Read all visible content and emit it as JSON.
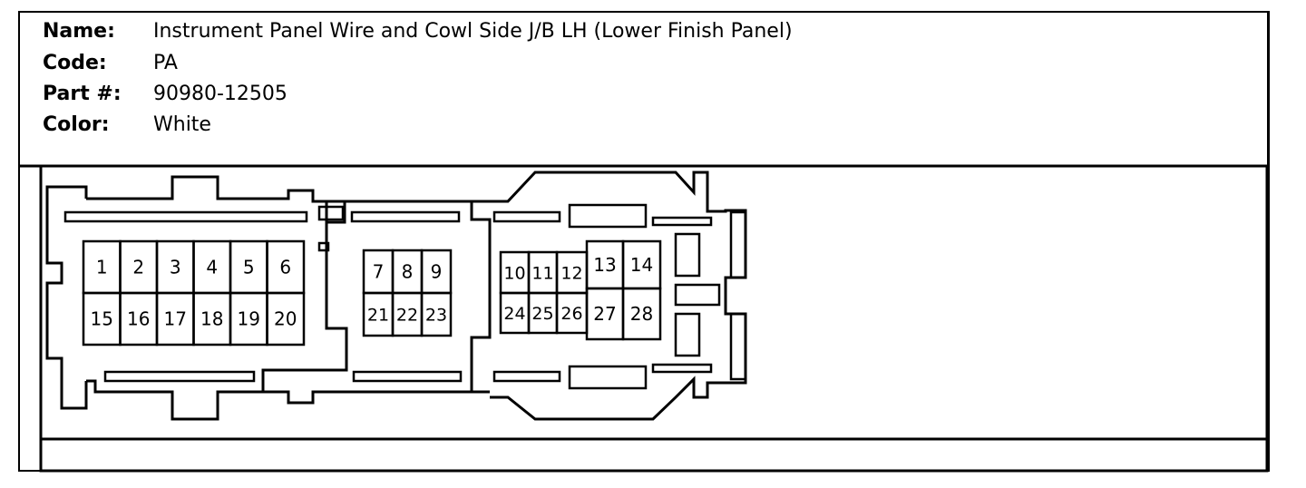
{
  "header": {
    "fields": [
      {
        "label": "Name:",
        "value": "Instrument Panel Wire and Cowl Side J/B LH (Lower Finish Panel)"
      },
      {
        "label": "Code:",
        "value": "PA"
      },
      {
        "label": "Part #:",
        "value": "90980-12505"
      },
      {
        "label": "Color:",
        "value": "White"
      }
    ]
  },
  "connector": {
    "pins": [
      "1",
      "2",
      "3",
      "4",
      "5",
      "6",
      "15",
      "16",
      "17",
      "18",
      "19",
      "20",
      "7",
      "8",
      "9",
      "21",
      "22",
      "23",
      "10",
      "11",
      "12",
      "13",
      "14",
      "24",
      "25",
      "26",
      "27",
      "28"
    ]
  }
}
